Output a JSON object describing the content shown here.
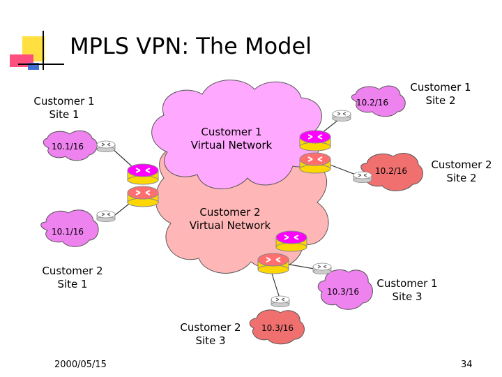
{
  "slide": {
    "title": "MPLS VPN: The Model",
    "date": "2000/05/15",
    "page_number": "34"
  },
  "networks": {
    "customer1_vn": {
      "label_line1": "Customer 1",
      "label_line2": "Virtual Network",
      "color": "#ffa8ff"
    },
    "customer2_vn": {
      "label_line1": "Customer 2",
      "label_line2": "Virtual Network",
      "color": "#ffb6b6"
    }
  },
  "sites": {
    "c1s1": {
      "label_line1": "Customer 1",
      "label_line2": "Site 1",
      "prefix": "10.1/16"
    },
    "c1s2": {
      "label_line1": "Customer 1",
      "label_line2": "Site 2",
      "prefix": "10.2/16"
    },
    "c1s3": {
      "label_line1": "Customer 1",
      "label_line2": "Site 3",
      "prefix": "10.3/16"
    },
    "c2s1": {
      "label_line1": "Customer 2",
      "label_line2": "Site 1",
      "prefix": "10.1/16"
    },
    "c2s2": {
      "label_line1": "Customer 2",
      "label_line2": "Site 2",
      "prefix": "10.2/16"
    },
    "c2s3": {
      "label_line1": "Customer 2",
      "label_line2": "Site 3",
      "prefix": "10.3/16"
    }
  },
  "colors": {
    "customer1_site": "#ee82ee",
    "customer2_site": "#f07070",
    "pe_router_c1_top": "#ff00ff",
    "pe_router_c2_top": "#ff6f6f",
    "pe_router_body": "#ffd700",
    "logo_yellow": "#ffe040",
    "logo_pink": "#ff4f7f",
    "logo_blue": "#3f6fd0"
  },
  "icons": [
    "router-icon",
    "cloud-icon",
    "logo-squares"
  ]
}
